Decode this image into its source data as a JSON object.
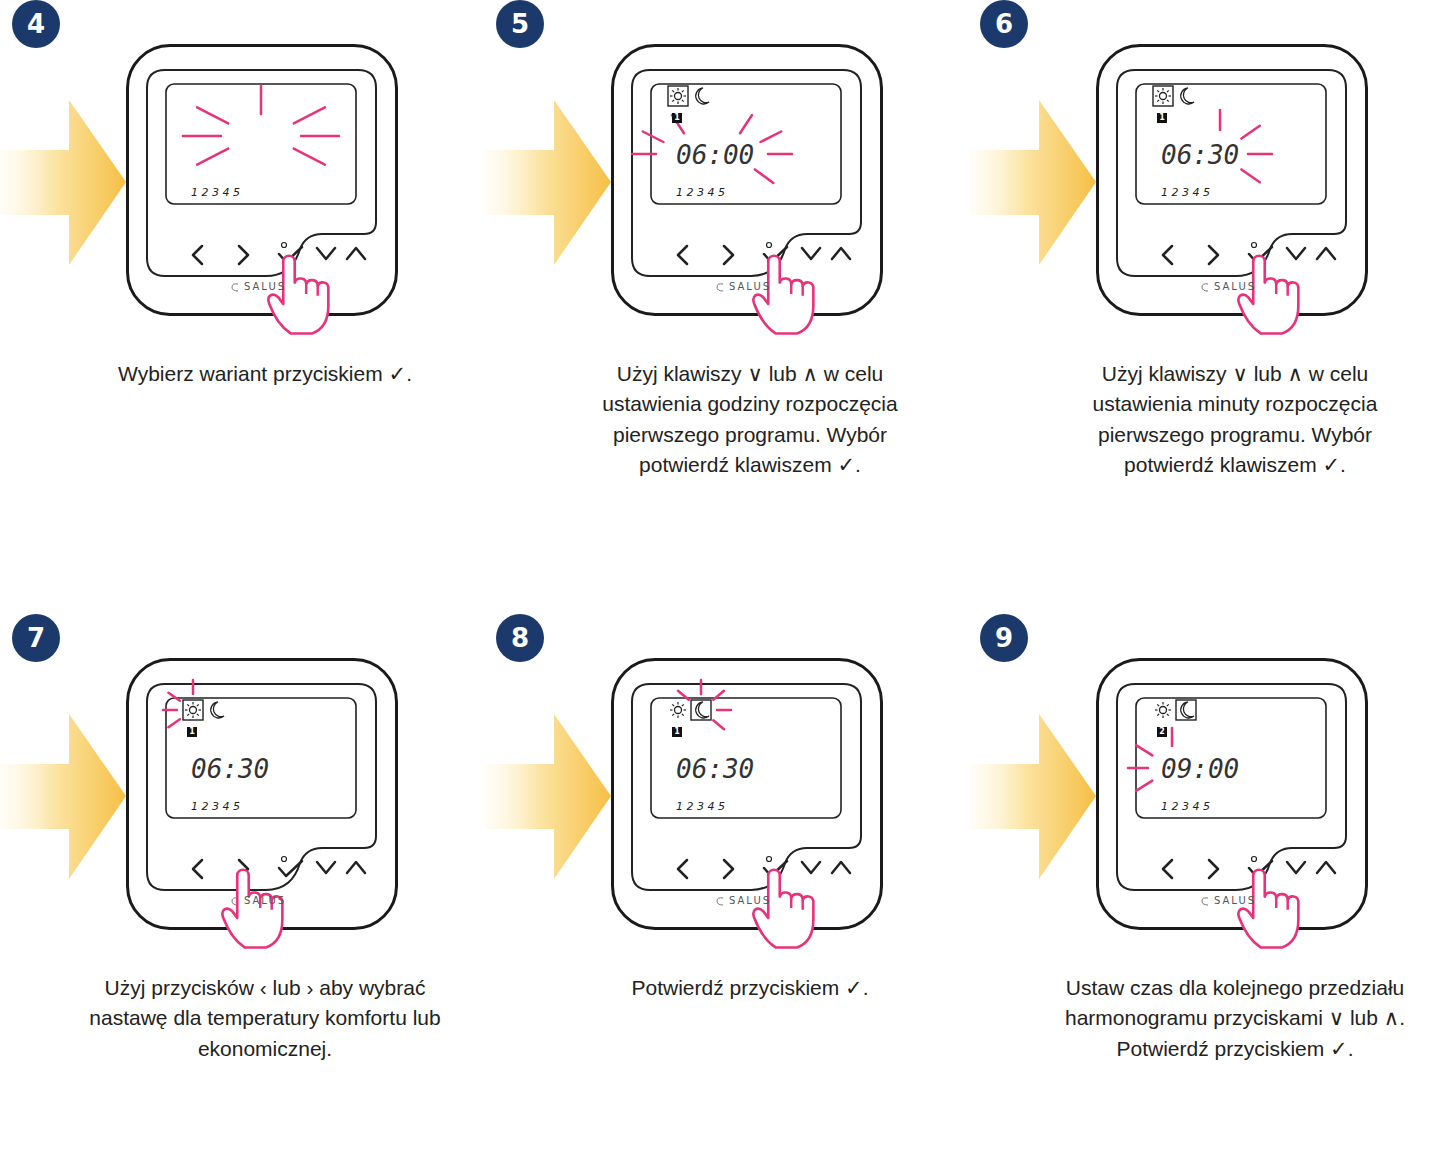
{
  "diagram": {
    "nodes": [
      {
        "text": [
          "4"
        ]
      },
      {
        "text": [
          "1 2 3 4 5",
          "SALUS",
          "Wybierz wariant przyciskiem ✓."
        ]
      },
      {
        "text": [
          "5"
        ]
      },
      {
        "text": [
          "1",
          "06:00",
          "1 2 3 4 5",
          "SALUS",
          "Użyj klawiszy ∨ lub ∧ w celu ustawienia godziny rozpoczęcia pierwszego programu. Wybór potwierdź klawiszem ✓."
        ]
      },
      {
        "text": [
          "6"
        ]
      },
      {
        "text": [
          "1",
          "06:30",
          "1 2 3 4 5",
          "SALUS",
          "Użyj klawiszy ∨ lub ∧ w celu ustawienia minuty rozpoczęcia pierwszego programu. Wybór potwierdź klawiszem ✓."
        ]
      },
      {
        "text": [
          "7"
        ]
      },
      {
        "text": [
          "1",
          "06:30",
          "1 2 3 4 5",
          "SALUS",
          "Użyj przycisków ‹ lub › aby wybrać nastawę dla temperatury komfortu lub ekonomicznej."
        ]
      },
      {
        "text": [
          "8"
        ]
      },
      {
        "text": [
          "1",
          "06:30",
          "1 2 3 4 5",
          "SALUS",
          "Potwierdź przyciskiem ✓."
        ]
      },
      {
        "text": [
          "9"
        ]
      },
      {
        "text": [
          "2",
          "09:00",
          "1 2 3 4 5",
          "SALUS",
          "Ustaw czas dla kolejnego przedziału harmonogramu przyciskami ∨ lub ∧. Potwierdź przyciskiem ✓."
        ]
      }
    ]
  }
}
